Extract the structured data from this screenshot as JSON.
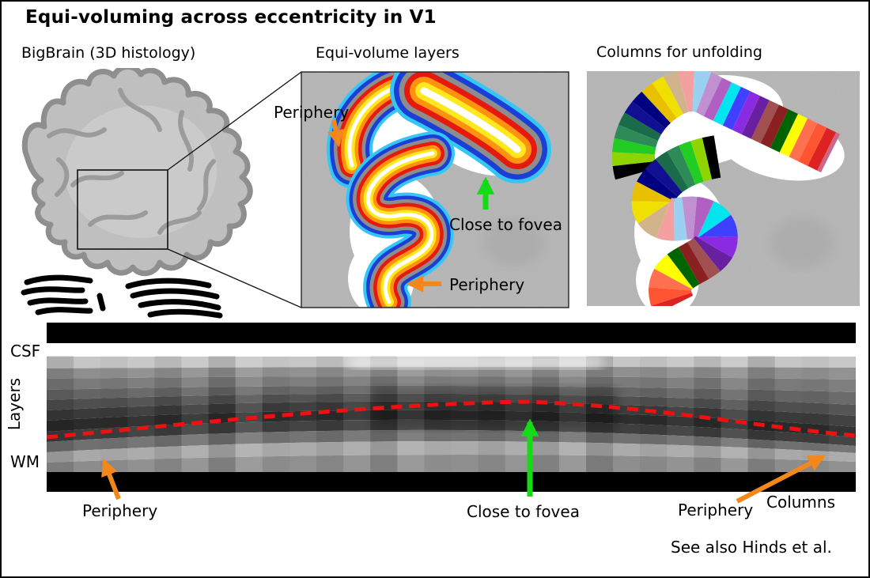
{
  "title": "Equi-voluming across eccentricity in V1",
  "panels": {
    "left": {
      "label": "BigBrain (3D histology)"
    },
    "middle": {
      "label": "Equi-volume layers",
      "annotations": {
        "periphery_top": "Periphery",
        "close_to_fovea": "Close to fovea",
        "periphery_bottom": "Periphery"
      }
    },
    "right": {
      "label": "Columns for unfolding"
    }
  },
  "strip": {
    "axis_labels": {
      "csf": "CSF",
      "layers": "Layers",
      "wm": "WM"
    },
    "annotations": {
      "periphery_left": "Periphery",
      "close_to_fovea": "Close to fovea",
      "periphery_right": "Periphery",
      "columns": "Columns"
    }
  },
  "footer": {
    "citation": "See also Hinds et al."
  },
  "colors": {
    "arrow_orange": "#F2871B",
    "arrow_green": "#16DA16",
    "red_dashed": "#EE1111",
    "histology_bg": "#BDBDBD",
    "equi_layer_colors_outer_to_inner": [
      "#36C6F6",
      "#1B3FD6",
      "#8D8D8D",
      "#E6190F",
      "#FF9310",
      "#FFE81E",
      "#FFFFFF"
    ],
    "column_colors": [
      "#000000",
      "#8FD400",
      "#22CC22",
      "#2E8B57",
      "#1A6B4A",
      "#101090",
      "#000080",
      "#E8C000",
      "#F0E000",
      "#D2B48C",
      "#F4A0A0",
      "#9AD0F0",
      "#C090D0",
      "#B060C0",
      "#00E5EE",
      "#4040FF",
      "#8A2BE2",
      "#6820A0",
      "#A05050",
      "#8B2020",
      "#006400",
      "#FFFF00",
      "#FF7050",
      "#FF5533",
      "#DD2222",
      "#CC6688",
      "#EE99BB",
      "#FF00FF",
      "#0000EE",
      "#2244CC",
      "#000099",
      "#CC44CC",
      "#FF69B4",
      "#FFA500",
      "#FF4500",
      "#E8D0A0",
      "#C8E068",
      "#D6D630",
      "#A0D8E8",
      "#00B0B0",
      "#FF00AA",
      "#22CC22",
      "#8B0000",
      "#CC1111",
      "#A0E8D0",
      "#30C0B0",
      "#E8C8A0",
      "#8B4513",
      "#00EE00",
      "#000000"
    ]
  },
  "strip_profile": {
    "comment": "unfolded V1 intensity bands; each band top boundary given at left / fovea-peak / right x positions",
    "x_range": [
      57,
      1080
    ],
    "peak_x": 662,
    "band_boundaries": [
      [
        449,
        449,
        449
      ],
      [
        464,
        462,
        463
      ],
      [
        477,
        474,
        478
      ],
      [
        491,
        486,
        494
      ],
      [
        504,
        496,
        510
      ],
      [
        517,
        506,
        524
      ],
      [
        530,
        517,
        538
      ],
      [
        544,
        529,
        551
      ],
      [
        557,
        542,
        562
      ],
      [
        570,
        556,
        571
      ],
      [
        583,
        573,
        582
      ],
      [
        595,
        595,
        595
      ]
    ],
    "band_grays": [
      "#C6C6C6",
      "#8F8F8F",
      "#7A7A7A",
      "#656565",
      "#4F4F4F",
      "#3A3A3A",
      "#2B2B2B",
      "#3D3D3D",
      "#707070",
      "#A9A9A9",
      "#8D8D8D"
    ],
    "red_line_anchors": {
      "start": [
        57,
        551
      ],
      "peak": [
        662,
        506
      ],
      "end": [
        1080,
        549
      ]
    }
  }
}
